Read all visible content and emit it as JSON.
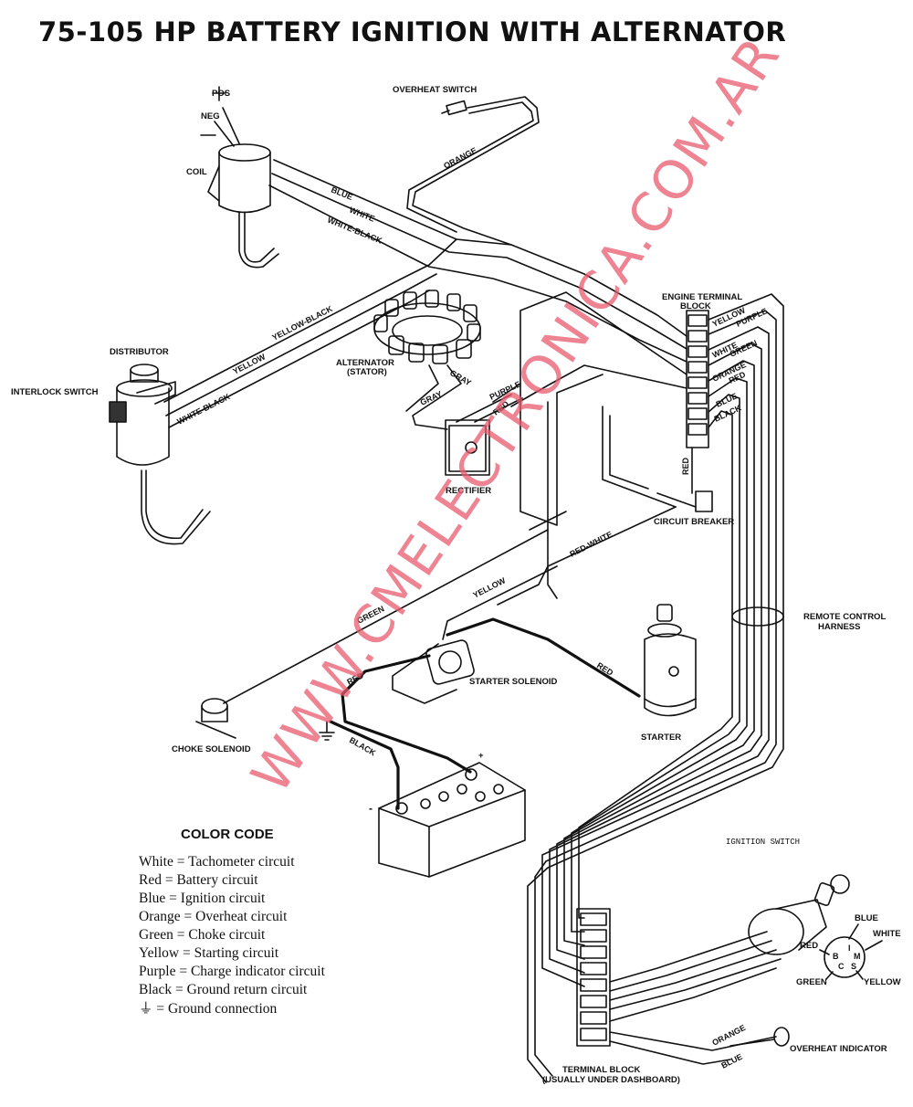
{
  "title": "75-105 HP BATTERY IGNITION WITH ALTERNATOR",
  "components": {
    "pos": "POS",
    "neg": "NEG",
    "coil": "COIL",
    "overheat_switch": "OVERHEAT SWITCH",
    "distributor": "DISTRIBUTOR",
    "interlock_switch": "INTERLOCK SWITCH",
    "alternator": "ALTERNATOR",
    "alternator_sub": "(STATOR)",
    "rectifier": "RECTIFIER",
    "engine_terminal_block_1": "ENGINE TERMINAL",
    "engine_terminal_block_2": "BLOCK",
    "circuit_breaker": "CIRCUIT BREAKER",
    "remote_control_harness_1": "REMOTE CONTROL",
    "remote_control_harness_2": "HARNESS",
    "starter_solenoid": "STARTER SOLENOID",
    "starter": "STARTER",
    "choke_solenoid": "CHOKE SOLENOID",
    "ignition_switch": "IGNITION SWITCH",
    "overheat_indicator": "OVERHEAT INDICATOR",
    "terminal_block_1": "TERMINAL BLOCK",
    "terminal_block_2": "(USUALLY UNDER DASHBOARD)",
    "battery_plus": "+",
    "battery_minus": "-"
  },
  "wires": {
    "orange_top": "ORANGE",
    "blue": "BLUE",
    "white": "WHITE",
    "white_black_top": "WHITE-BLACK",
    "yellow_black": "YELLOW-BLACK",
    "yellow_dist": "YELLOW",
    "white_black_dist": "WHITE-BLACK",
    "gray_1": "GRAY",
    "gray_2": "GRAY",
    "purple_rect": "PURPLE",
    "red_rect": "RED",
    "etb_yellow": "YELLOW",
    "etb_purple": "PURPLE",
    "etb_white": "WHITE",
    "etb_green": "GREEN",
    "etb_orange": "ORANGE",
    "etb_red": "RED",
    "etb_blue": "BLUE",
    "etb_black": "BLACK",
    "red_cb": "RED",
    "red_white": "RED-WHITE",
    "yellow_sol": "YELLOW",
    "green_choke": "GREEN",
    "red_starter": "RED",
    "red_batt": "RED",
    "black_batt": "BLACK",
    "orange_ind": "ORANGE",
    "blue_ind": "BLUE"
  },
  "ignition_switch_labels": {
    "blue": "BLUE",
    "white": "WHITE",
    "red": "RED",
    "green": "GREEN",
    "yellow": "YELLOW",
    "i": "I",
    "m": "M",
    "b": "B",
    "s": "S",
    "c": "C"
  },
  "color_code": {
    "title": "COLOR CODE",
    "items": [
      {
        "color": "White",
        "circuit": "Tachometer circuit"
      },
      {
        "color": "Red",
        "circuit": "Battery circuit"
      },
      {
        "color": "Blue",
        "circuit": "Ignition circuit"
      },
      {
        "color": "Orange",
        "circuit": "Overheat circuit"
      },
      {
        "color": "Green",
        "circuit": "Choke circuit"
      },
      {
        "color": "Yellow",
        "circuit": "Starting circuit"
      },
      {
        "color": "Purple",
        "circuit": "Charge indicator circuit"
      },
      {
        "color": "Black",
        "circuit": "Ground return circuit"
      }
    ],
    "ground_label": "Ground connection",
    "equals": "="
  },
  "watermark": "WWW.CMELECTRONICA.COM.AR"
}
